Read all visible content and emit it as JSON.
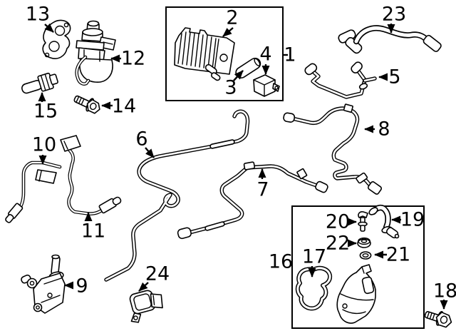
{
  "figure": {
    "paper_color": "#ffffff",
    "ink_color": "#000000",
    "callouts": [
      {
        "label": "1"
      },
      {
        "label": "2"
      },
      {
        "label": "3"
      },
      {
        "label": "4"
      },
      {
        "label": "5"
      },
      {
        "label": "6"
      },
      {
        "label": "7"
      },
      {
        "label": "8"
      },
      {
        "label": "9"
      },
      {
        "label": "10"
      },
      {
        "label": "11"
      },
      {
        "label": "12"
      },
      {
        "label": "13"
      },
      {
        "label": "14"
      },
      {
        "label": "15"
      },
      {
        "label": "16"
      },
      {
        "label": "17"
      },
      {
        "label": "18"
      },
      {
        "label": "19"
      },
      {
        "label": "20"
      },
      {
        "label": "21"
      },
      {
        "label": "22"
      },
      {
        "label": "23"
      },
      {
        "label": "24"
      }
    ]
  }
}
